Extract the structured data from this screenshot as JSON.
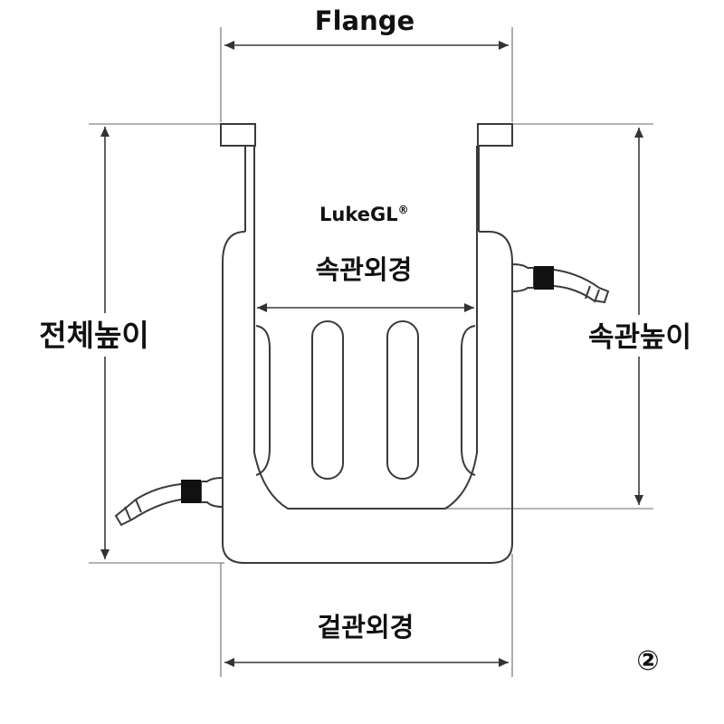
{
  "labels": {
    "flange": "Flange",
    "inner_tube_od": "속관외경",
    "total_height": "전체높이",
    "inner_tube_height": "속관높이",
    "outer_tube_od": "겉관외경",
    "figure_number": "②"
  },
  "brand": {
    "name": "LukeGL",
    "mark": "®"
  },
  "colors": {
    "line": "#3a3a3a",
    "text": "#111111",
    "joint": "#111111"
  }
}
